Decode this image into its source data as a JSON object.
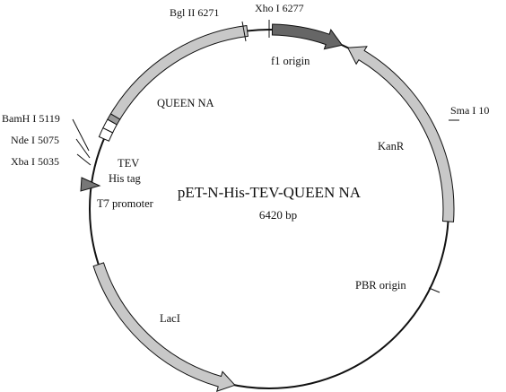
{
  "plasmid": {
    "name": "pET-N-His-TEV-QUEEN NA",
    "size": "6420 bp"
  },
  "sites": [
    {
      "label": "Bgl II 6271"
    },
    {
      "label": "Xho I 6277"
    },
    {
      "label": "Sma I 10"
    },
    {
      "label": "BamH I 5119"
    },
    {
      "label": "Nde I 5075"
    },
    {
      "label": "Xba I 5035"
    }
  ],
  "features": [
    {
      "label": "f1 origin"
    },
    {
      "label": "KanR"
    },
    {
      "label": "QUEEN NA"
    },
    {
      "label": "TEV"
    },
    {
      "label": "His tag"
    },
    {
      "label": "T7 promoter"
    },
    {
      "label": "LacI"
    },
    {
      "label": "PBR origin"
    }
  ],
  "colors": {
    "line": "#111111",
    "arrow_fill": "#c8c8c8",
    "f1_fill": "#666666",
    "promoter_fill": "#777777",
    "tag_fill": "#ffffff"
  }
}
